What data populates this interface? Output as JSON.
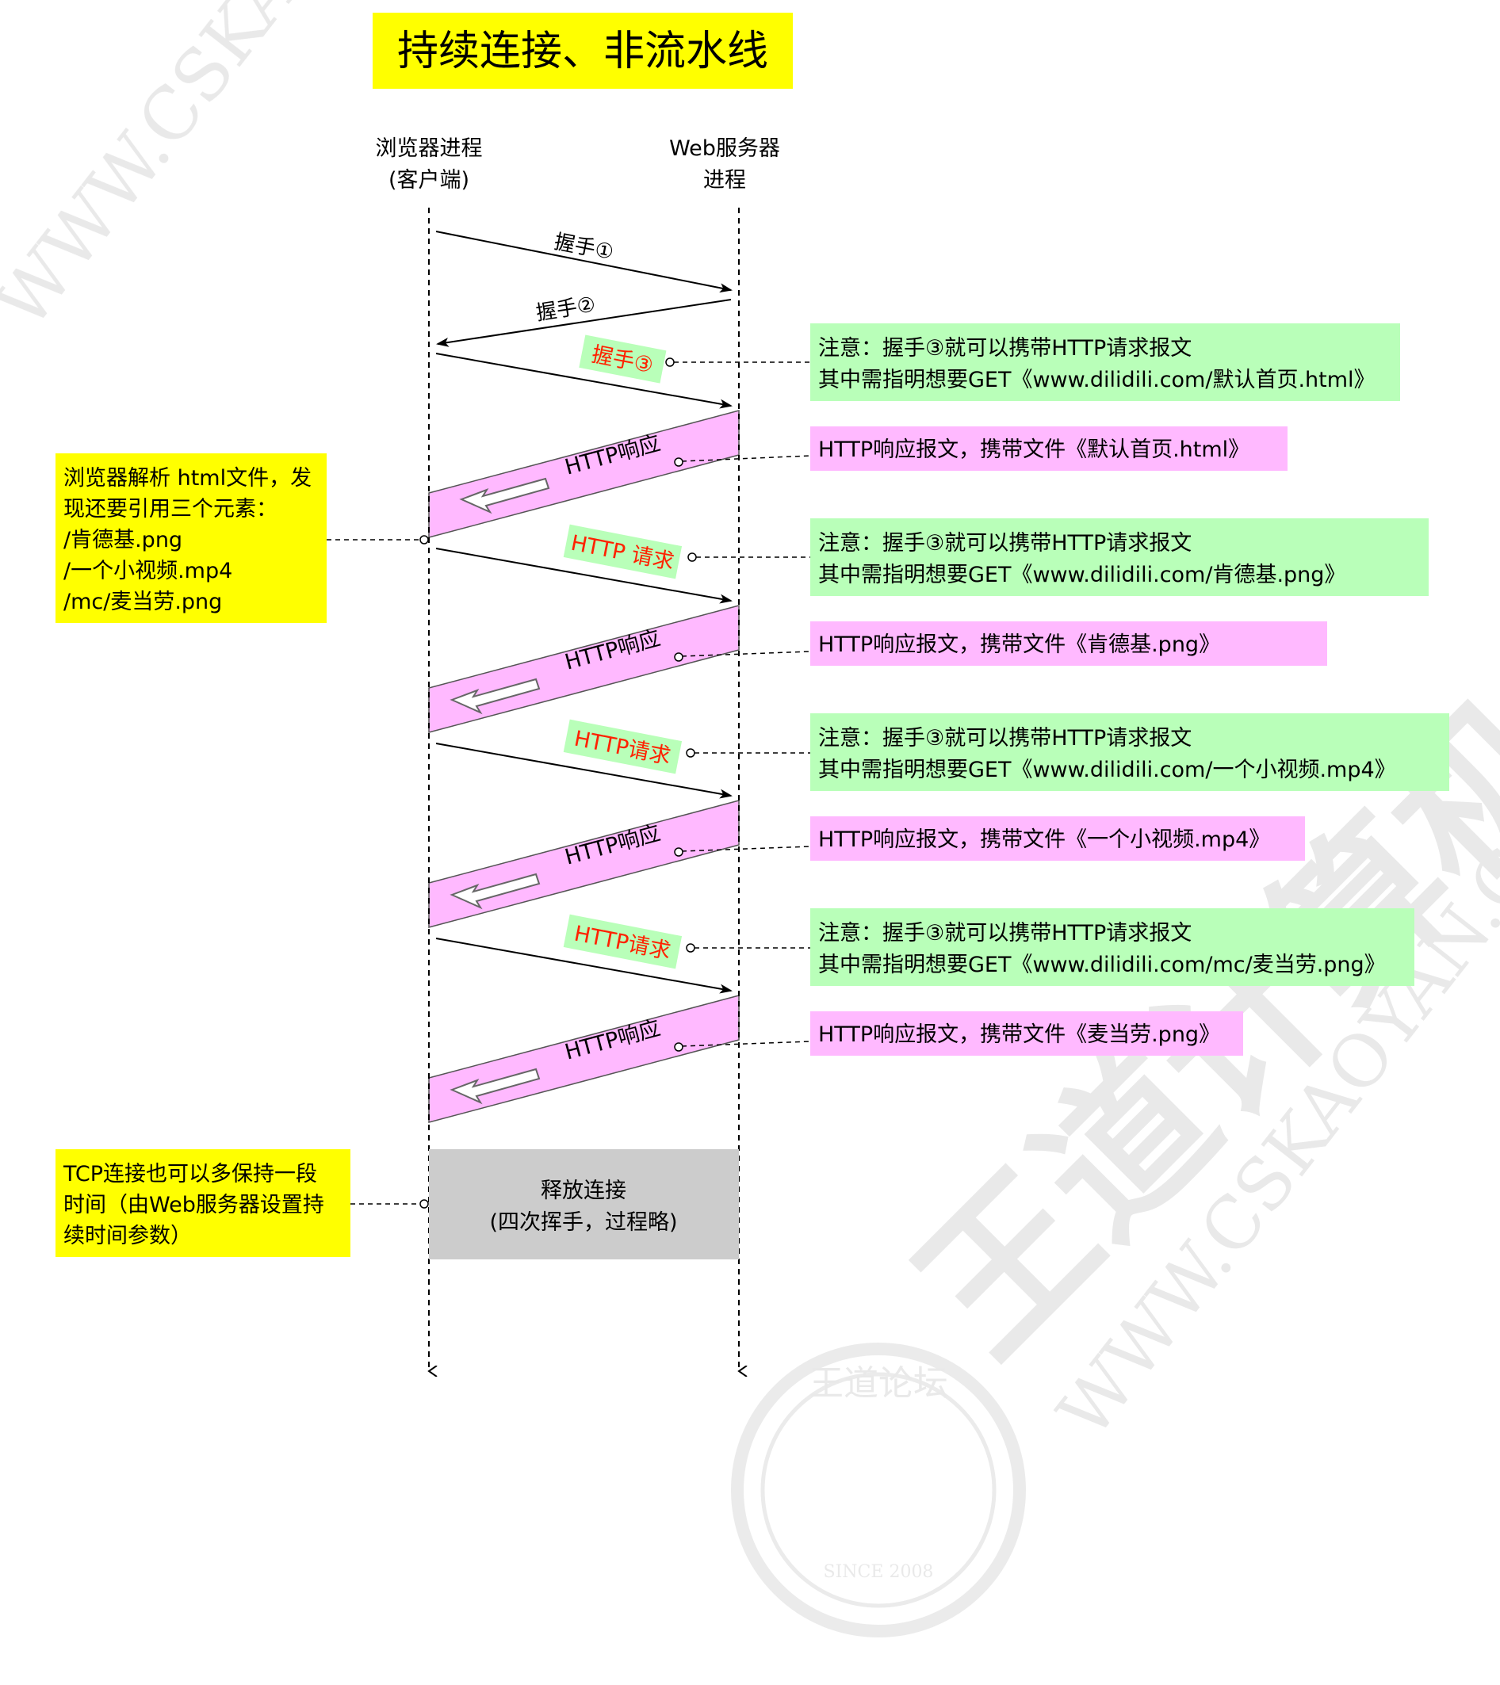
{
  "title": "持续连接、非流水线",
  "client_label": [
    "浏览器进程",
    "(客户端)"
  ],
  "server_label": [
    "Web服务器",
    "进程"
  ],
  "handshake1": "握手①",
  "handshake2": "握手②",
  "handshake3": "握手③",
  "response_label": "HTTP响应",
  "request_labels": [
    "HTTP 请求",
    "HTTP请求",
    "HTTP请求"
  ],
  "notes": [
    {
      "kind": "request",
      "lines": [
        "注意：握手③就可以携带HTTP请求报文",
        "其中需指明想要GET《www.dilidili.com/默认首页.html》"
      ]
    },
    {
      "kind": "response",
      "lines": [
        "HTTP响应报文，携带文件《默认首页.html》"
      ]
    },
    {
      "kind": "request",
      "lines": [
        "注意：握手③就可以携带HTTP请求报文",
        "其中需指明想要GET《www.dilidili.com/肯德基.png》"
      ]
    },
    {
      "kind": "response",
      "lines": [
        "HTTP响应报文，携带文件《肯德基.png》"
      ]
    },
    {
      "kind": "request",
      "lines": [
        "注意：握手③就可以携带HTTP请求报文",
        "其中需指明想要GET《www.dilidili.com/一个小视频.mp4》"
      ]
    },
    {
      "kind": "response",
      "lines": [
        "HTTP响应报文，携带文件《一个小视频.mp4》"
      ]
    },
    {
      "kind": "request",
      "lines": [
        "注意：握手③就可以携带HTTP请求报文",
        "其中需指明想要GET《www.dilidili.com/mc/麦当劳.png》"
      ]
    },
    {
      "kind": "response",
      "lines": [
        "HTTP响应报文，携带文件《麦当劳.png》"
      ]
    }
  ],
  "left_note_1": [
    "浏览器解析 html文件，发",
    "现还要引用三个元素：",
    "/肯德基.png",
    "/一个小视频.mp4",
    "/mc/麦当劳.png"
  ],
  "left_note_2": [
    "TCP连接也可以多保持一段",
    "时间（由Web服务器设置持",
    "续时间参数）"
  ],
  "release_box": [
    "释放连接",
    "(四次挥手，过程略)"
  ],
  "watermark": {
    "site": "WWW.CSKAOYAN.COM",
    "brand": "王道计算机",
    "seal_text": "王道论坛",
    "since": "SINCE 2008"
  },
  "colors": {
    "title_bg": "#ffff00",
    "request_note_bg": "#b9ffb9",
    "response_note_bg": "#ffb9ff",
    "response_band": "#ffb9ff",
    "request_tag_bg": "#b9ffb9",
    "request_text": "#ff2200",
    "left_note_bg": "#ffff00",
    "release_bg": "#cccccc"
  }
}
